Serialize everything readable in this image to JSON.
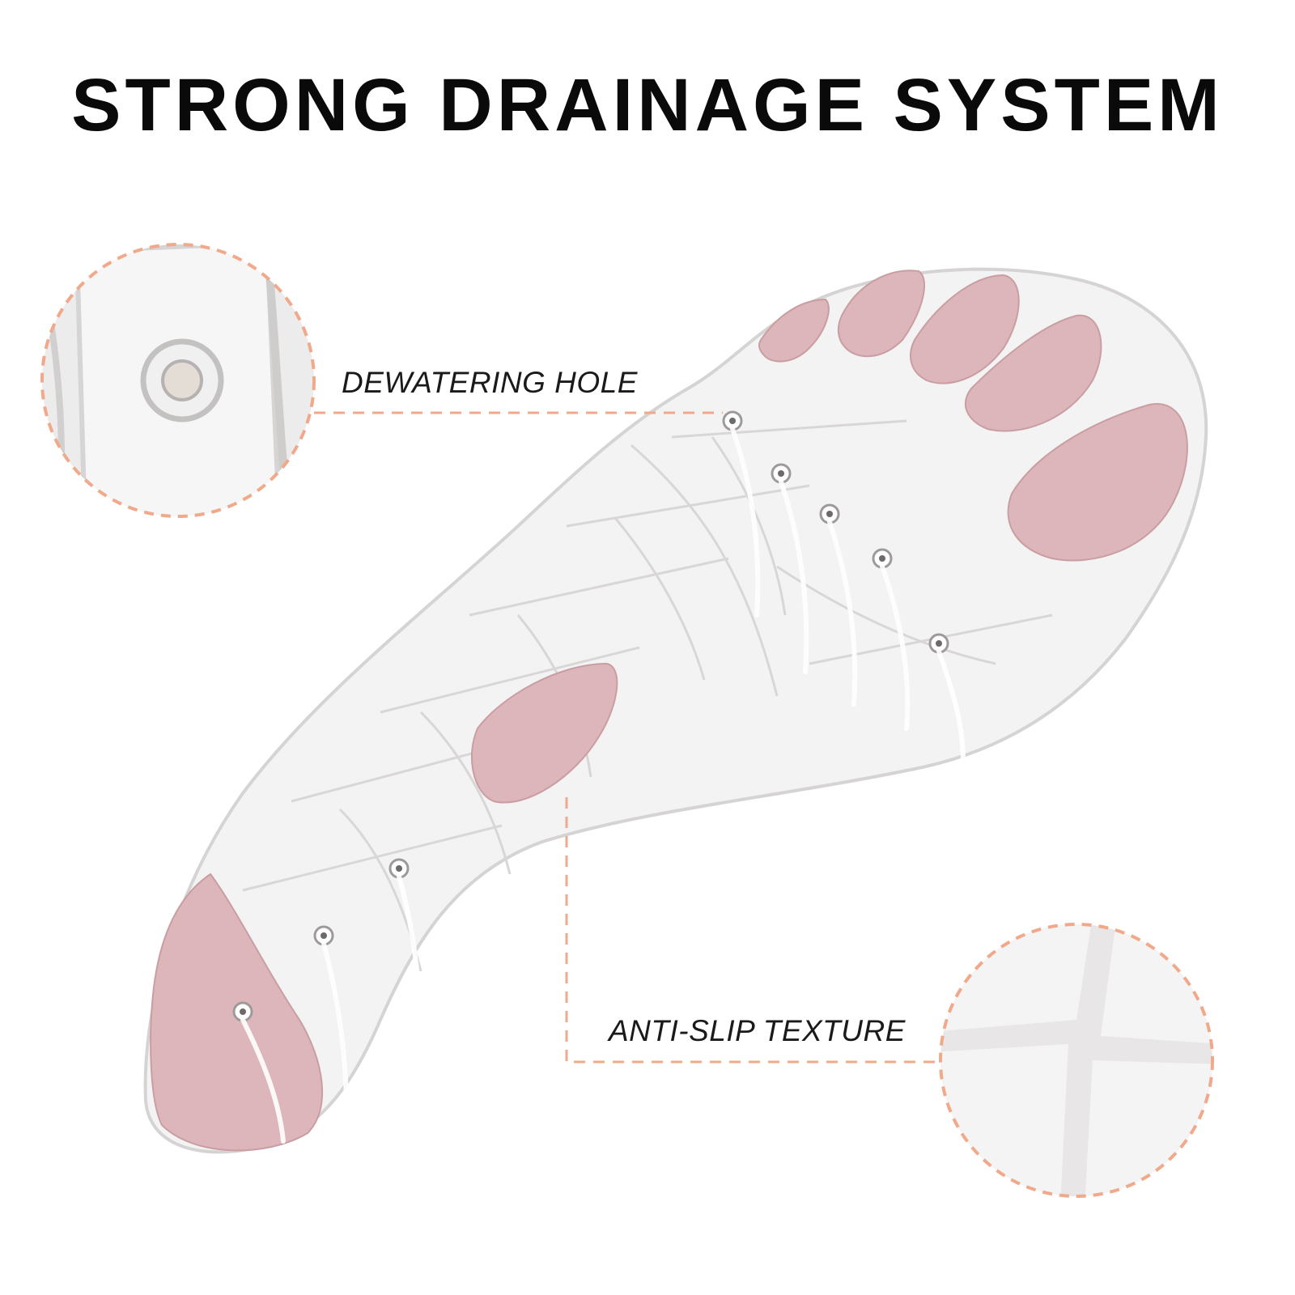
{
  "headline": "STRONG DRAINAGE SYSTEM",
  "callouts": {
    "dewatering_hole": "DEWATERING HOLE",
    "anti_slip_texture": "ANTI-SLIP TEXTURE"
  },
  "colors": {
    "sole_white": "#f5f4f4",
    "sole_groove": "#dcdada",
    "accent_pink": "#dcb6ba",
    "callout_line": "#f0a98a",
    "headline": "#0a0a0a"
  }
}
